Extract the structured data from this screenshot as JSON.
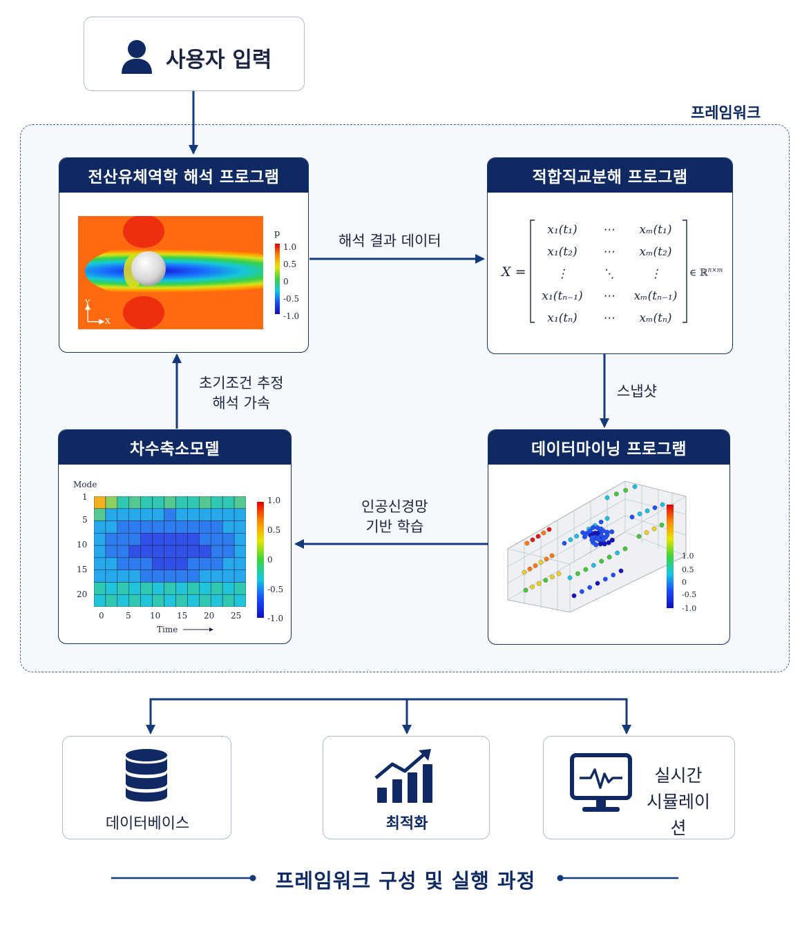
{
  "user_input": {
    "label": "사용자 입력",
    "icon": "user-icon"
  },
  "framework": {
    "label": "프레임워크"
  },
  "cfd": {
    "title": "전산유체역학 해석 프로그램",
    "colorbar_title": "p",
    "colorbar_ticks": [
      "1.0",
      "0.5",
      "0",
      "-0.5",
      "-1.0"
    ],
    "axis_y": "Y",
    "axis_x": "X"
  },
  "pod": {
    "title": "적합직교분해 프로그램",
    "lhs": "X =",
    "rows": [
      [
        "x₁(t₁)",
        "⋯",
        "xₘ(t₁)"
      ],
      [
        "x₁(t₂)",
        "⋯",
        "xₘ(t₂)"
      ],
      [
        "⋮",
        "⋱",
        "⋮"
      ],
      [
        "x₁(tₙ₋₁)",
        "⋯",
        "xₘ(tₙ₋₁)"
      ],
      [
        "x₁(tₙ)",
        "⋯",
        "xₘ(tₙ)"
      ]
    ],
    "rhs": "∈ ℝ",
    "rhs_sup": "n×m"
  },
  "edges": {
    "cfd_to_pod": "해석 결과 데이터",
    "pod_to_dm": "스냅샷",
    "dm_to_rom": [
      "인공신경망",
      "기반 학습"
    ],
    "rom_to_cfd": [
      "초기조건 추정",
      "해석 가속"
    ]
  },
  "rom": {
    "title": "차수축소모델",
    "ylabel": "Mode",
    "yticks": [
      "1",
      "5",
      "10",
      "15",
      "20"
    ],
    "xticks": [
      "0",
      "5",
      "10",
      "15",
      "20",
      "25"
    ],
    "xlabel": "Time",
    "colorbar_ticks": [
      "1.0",
      "0.5",
      "0",
      "-0.5",
      "-1.0"
    ]
  },
  "dm": {
    "title": "데이터마이닝 프로그램",
    "colorbar_ticks": [
      "1.0",
      "0.5",
      "0",
      "-0.5",
      "-1.0"
    ]
  },
  "outputs": [
    {
      "label": "데이터베이스",
      "icon": "database-icon"
    },
    {
      "label": "최적화",
      "icon": "bar-chart-growth-icon"
    },
    {
      "label_lines": [
        "실시간",
        "시뮬레이션"
      ],
      "icon": "monitor-pulse-icon"
    }
  ],
  "footer": {
    "title": "프레임워크 구성 및 실행 과정"
  },
  "colors": {
    "navy": "#0f2a63",
    "border": "#aebbd0",
    "arrow": "#143a7a"
  }
}
